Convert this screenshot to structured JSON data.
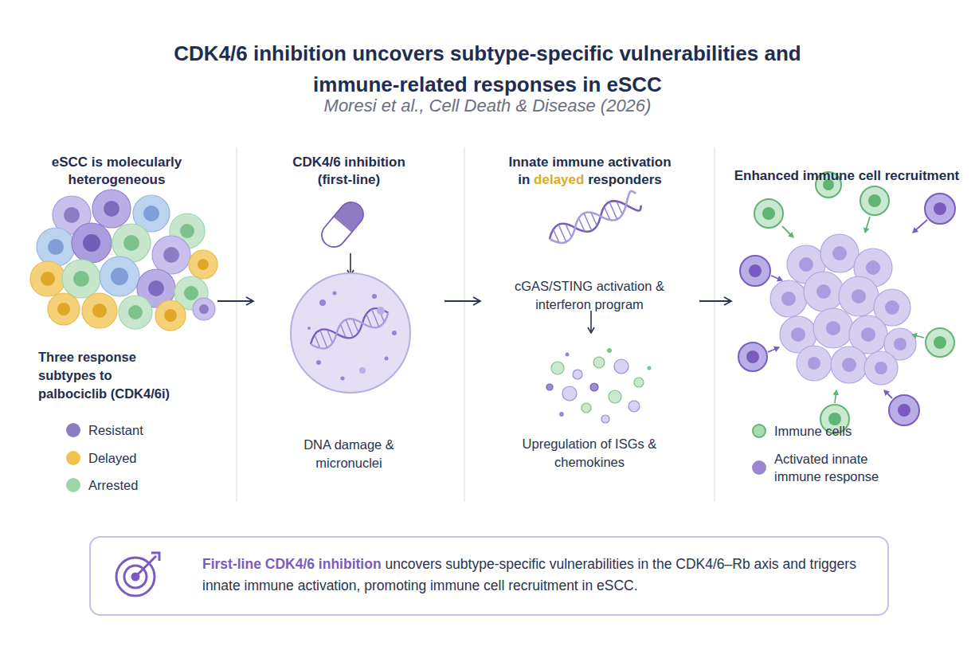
{
  "diagram": {
    "title": "CDK4/6 inhibition uncovers subtype-specific vulnerabilities and immune-related responses in eSCC",
    "nodes": [
      {
        "text": [
          "eSCC is molecularly heterogeneous",
          "Three response subtypes to palbociclib (CDK4/6i)"
        ]
      },
      {
        "text": [
          "CDK4/6 inhibition (first-line)",
          "DNA damage & micronuclei"
        ]
      },
      {
        "text": [
          "Innate immune activation in",
          "delayed",
          "responders",
          "cGAS/STING activation & interferon program",
          "Upregulation of ISGs & chemokines"
        ]
      },
      {
        "text": [
          "Enhanced immune cell recruitment"
        ]
      },
      {
        "text": [
          "First-line CDK4/6 inhibition",
          "uncovers subtype-specific vulnerabilities in the CDK4/6–Rb axis and triggers innate immune activation, promoting immune cell recruitment in eSCC."
        ]
      }
    ],
    "edges": [
      {
        "from": 0,
        "to": 1,
        "arrow": "to"
      },
      {
        "from": 1,
        "to": 2,
        "arrow": "to"
      },
      {
        "from": 2,
        "to": 3,
        "arrow": "to"
      }
    ],
    "labels": [
      "Moresi et al., Cell Death & Disease (2026)"
    ],
    "legend": [
      {
        "text": "Resistant",
        "color": "#8e7cc3"
      },
      {
        "text": "Delayed",
        "color": "#f2c14e"
      },
      {
        "text": "Arrested",
        "color": "#9fd6a9"
      },
      {
        "text": "Immune cells",
        "color": "#a8dcb3"
      },
      {
        "text": "Activated innate immune response",
        "color": "#9b87d0"
      }
    ]
  }
}
